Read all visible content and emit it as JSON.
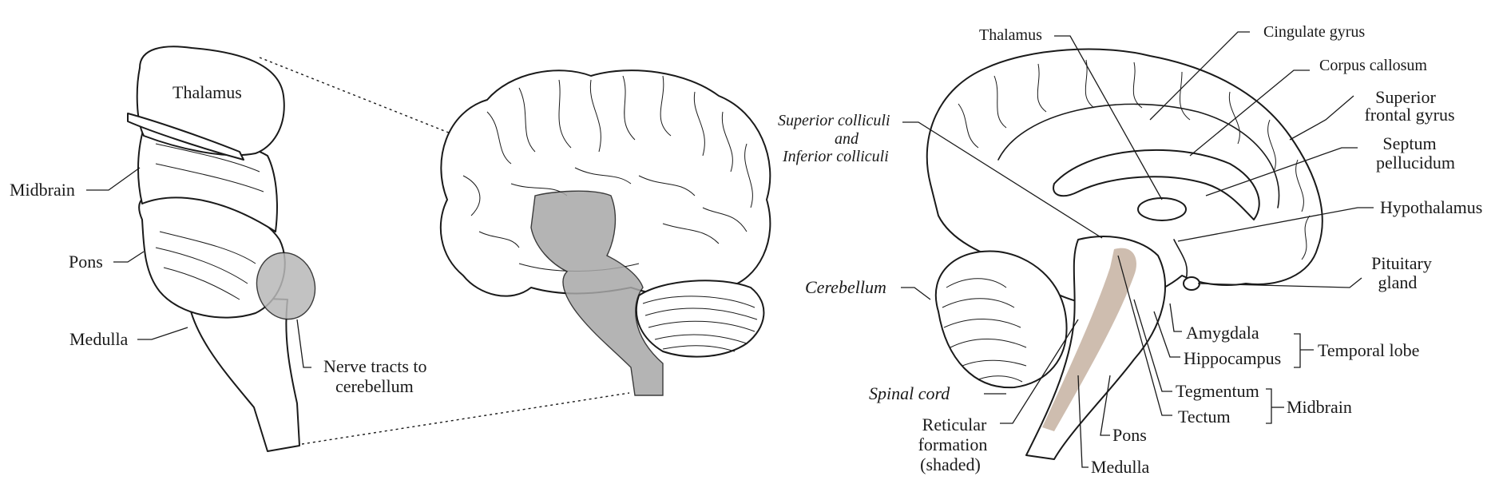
{
  "panels": {
    "brainstem": {
      "thalamus": "Thalamus",
      "midbrain": "Midbrain",
      "pons": "Pons",
      "medulla": "Medulla",
      "nerve_tracts_1": "Nerve tracts to",
      "nerve_tracts_2": "cerebellum"
    },
    "midsagittal": {
      "thalamus": "Thalamus",
      "cingulate_gyrus": "Cingulate gyrus",
      "corpus_callosum": "Corpus callosum",
      "superior_frontal_gyrus_1": "Superior",
      "superior_frontal_gyrus_2": "frontal gyrus",
      "septum_pellucidum_1": "Septum",
      "septum_pellucidum_2": "pellucidum",
      "superior_colliculi": "Superior colliculi",
      "and": "and",
      "inferior_colliculi": "Inferior colliculi",
      "hypothalamus": "Hypothalamus",
      "pituitary_1": "Pituitary",
      "pituitary_2": "gland",
      "cerebellum": "Cerebellum",
      "amygdala": "Amygdala",
      "hippocampus": "Hippocampus",
      "temporal_lobe": "Temporal lobe",
      "spinal_cord": "Spinal cord",
      "tegmentum": "Tegmentum",
      "tectum": "Tectum",
      "midbrain": "Midbrain",
      "reticular_1": "Reticular",
      "reticular_2": "formation",
      "reticular_3": "(shaded)",
      "pons": "Pons",
      "medulla": "Medulla"
    }
  },
  "colors": {
    "line": "#1a1a1a",
    "highlight_gray": "#a8a8a8",
    "reticular_shade": "#c9b6a6",
    "background": "#ffffff"
  }
}
